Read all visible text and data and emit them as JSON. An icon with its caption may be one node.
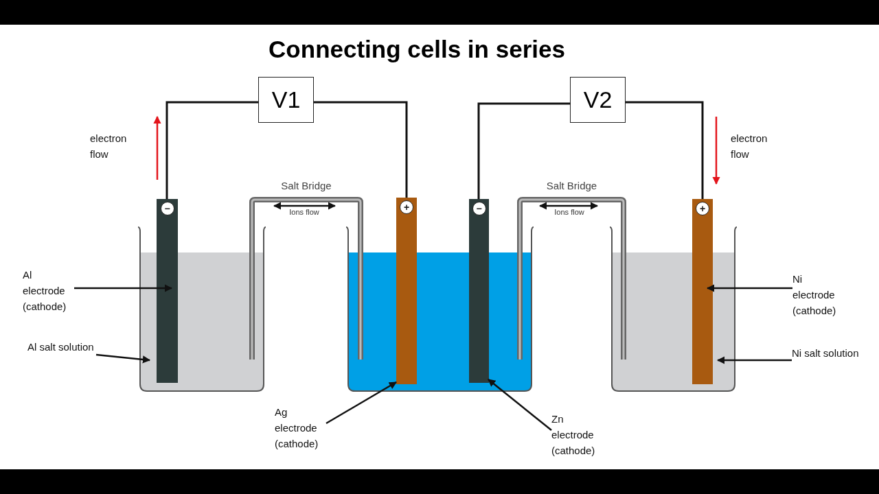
{
  "diagram": {
    "title": "Connecting cells in series",
    "nodes": [
      {
        "text": [
          "V1"
        ]
      },
      {
        "text": [
          "V2"
        ]
      },
      {
        "text": [
          "−"
        ]
      },
      {
        "text": [
          "+"
        ]
      },
      {
        "text": [
          "−"
        ]
      },
      {
        "text": [
          "+"
        ]
      },
      {
        "text": [
          "Salt Bridge"
        ]
      },
      {
        "text": [
          "Salt Bridge"
        ]
      },
      {
        "text": [
          "Al electrode (cathode)"
        ]
      },
      {
        "text": [
          "Al salt solution"
        ]
      },
      {
        "text": [
          "Ag electrode (cathode)"
        ]
      },
      {
        "text": [
          "Zn electrode (cathode)"
        ]
      },
      {
        "text": [
          "Ni electrode (cathode)"
        ]
      },
      {
        "text": [
          "Ni salt solution"
        ]
      },
      {
        "text": [],
        "shape": "beaker"
      },
      {
        "text": [],
        "shape": "beaker"
      },
      {
        "text": [],
        "shape": "beaker"
      }
    ],
    "edges": [
      {
        "from": 2,
        "to": 0,
        "arrow": "none"
      },
      {
        "from": 0,
        "to": 3,
        "arrow": "none"
      },
      {
        "from": 4,
        "to": 1,
        "arrow": "none"
      },
      {
        "from": 1,
        "to": 5,
        "arrow": "none"
      },
      {
        "from": 8,
        "to": 2,
        "arrow": "to"
      },
      {
        "from": 9,
        "to": 14,
        "arrow": "to"
      },
      {
        "from": 10,
        "to": 3,
        "arrow": "to"
      },
      {
        "from": 11,
        "to": 4,
        "arrow": "to"
      },
      {
        "from": 12,
        "to": 5,
        "arrow": "to"
      },
      {
        "from": 13,
        "to": 16,
        "arrow": "to"
      }
    ],
    "labels": [
      "electron flow",
      "electron flow",
      "Ions flow",
      "Ions flow"
    ]
  }
}
